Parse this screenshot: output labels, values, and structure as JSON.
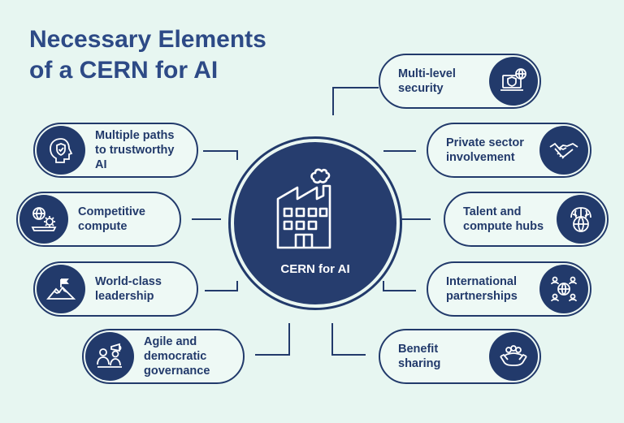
{
  "title": {
    "line1": "Necessary Elements",
    "line2": "of a CERN for AI"
  },
  "center": {
    "label": "CERN for AI",
    "icon": "factory-icon"
  },
  "colors": {
    "navy": "#223a6b",
    "background": "#e7f6f1",
    "pill_fill": "#eef9f5"
  },
  "left_items": [
    {
      "lines": [
        "Multiple paths",
        "to trustworthy",
        "AI"
      ],
      "icon": "brain-shield-icon"
    },
    {
      "lines": [
        "Competitive",
        "compute"
      ],
      "icon": "globe-gear-laptop-icon"
    },
    {
      "lines": [
        "World-class",
        "leadership"
      ],
      "icon": "mountain-flag-icon"
    },
    {
      "lines": [
        "Agile and",
        "democratic",
        "governance"
      ],
      "icon": "people-megaphone-icon"
    }
  ],
  "right_items": [
    {
      "lines": [
        "Multi-level",
        "security"
      ],
      "icon": "laptop-shield-globe-icon"
    },
    {
      "lines": [
        "Private sector",
        "involvement"
      ],
      "icon": "handshake-icon"
    },
    {
      "lines": [
        "Talent and",
        "compute hubs"
      ],
      "icon": "brain-globe-icon"
    },
    {
      "lines": [
        "International",
        "partnerships"
      ],
      "icon": "globe-people-icon"
    },
    {
      "lines": [
        "Benefit",
        "sharing"
      ],
      "icon": "hands-people-icon"
    }
  ]
}
